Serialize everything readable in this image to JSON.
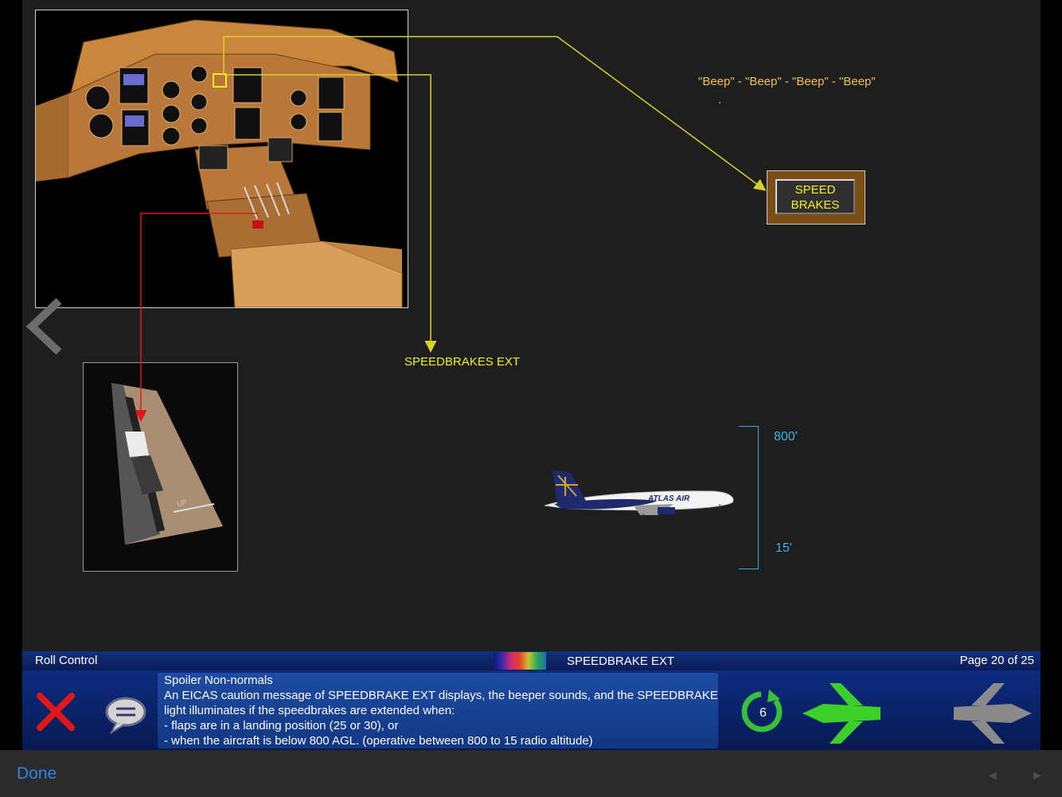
{
  "diagram": {
    "beep_text": "\"Beep\" - \"Beep\" - \"Beep\" - \"Beep\"",
    "speedbrake_light": {
      "line1": "SPEED",
      "line2": "BRAKES"
    },
    "eicas_message": "SPEEDBRAKES EXT",
    "altitude_upper": "800'",
    "altitude_lower": "15'",
    "aircraft_livery_text": "ATLAS AIR",
    "lever_label": "UP"
  },
  "colors": {
    "callout_yellow": "#d6d22a",
    "callout_red": "#e01818",
    "altitude_blue": "#3bb3e6",
    "panel_tan": "#c8873c"
  },
  "status_bar": {
    "module": "Roll Control",
    "screen_title": "SPEEDBRAKE EXT",
    "page": "Page 20 of 25"
  },
  "description": {
    "heading": "Spoiler Non-normals",
    "line1": "An EICAS caution message of SPEEDBRAKE EXT displays, the beeper sounds, and the SPEEDBRAKE",
    "line2": "light illuminates if the speedbrakes are extended when:",
    "line3": "- flaps are in a landing position (25 or 30), or",
    "line4": "- when the aircraft is below 800 AGL. (operative between 800 to 15 radio altitude)"
  },
  "controls": {
    "replay_count": "6",
    "close_icon": "close-icon",
    "comment_icon": "comment-bubble-icon",
    "replay_icon": "replay-icon",
    "back_icon": "aircraft-back-icon",
    "next_icon": "aircraft-next-icon"
  },
  "footer": {
    "done_label": "Done",
    "prev_glyph": "◄",
    "next_glyph": "►"
  }
}
